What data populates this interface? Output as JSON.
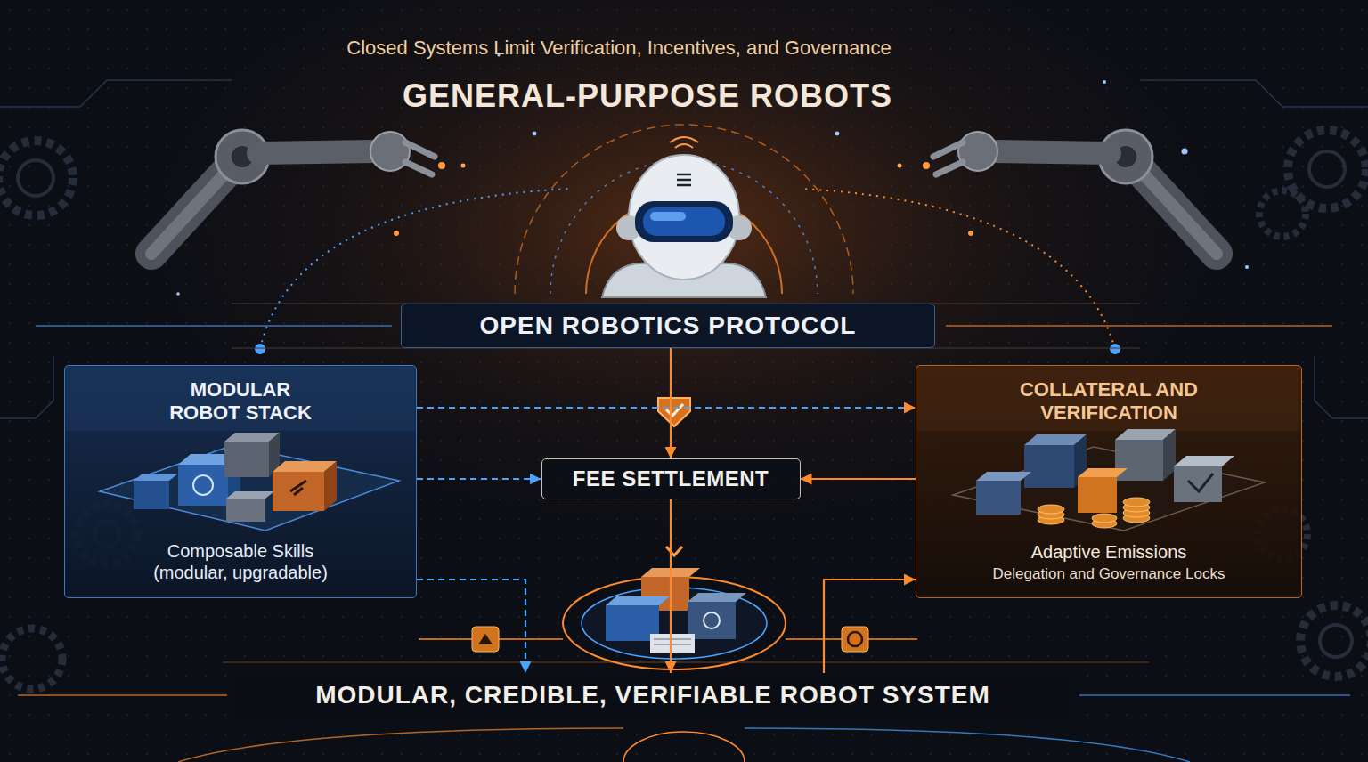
{
  "diagram": {
    "title": "GENERAL-PURPOSE ROBOTS",
    "nodes": [
      {
        "text": [
          "OPEN ROBOTICS PROTOCOL"
        ]
      },
      {
        "text": [
          "MODULAR ROBOT STACK",
          "Composable Skills (modular, upgradable)"
        ]
      },
      {
        "text": [
          "FEE SETTLEMENT"
        ]
      },
      {
        "text": [
          "COLLATERAL AND VERIFICATION",
          "Adaptive Emissions",
          "Delegation and Governance Locks"
        ]
      },
      {
        "text": [
          "MODULAR, CREDIBLE, VERIFIABLE ROBOT SYSTEM"
        ]
      }
    ],
    "edges": [
      {
        "from": 0,
        "to": 2,
        "arrow": "to"
      },
      {
        "from": 1,
        "to": 3,
        "arrow": "to"
      },
      {
        "from": 1,
        "to": 2,
        "arrow": "to"
      },
      {
        "from": 3,
        "to": 2,
        "arrow": "to"
      },
      {
        "from": 2,
        "to": 4,
        "arrow": "to"
      },
      {
        "from": 1,
        "to": 4,
        "arrow": "to"
      },
      {
        "from": 4,
        "to": 3,
        "arrow": "to"
      }
    ],
    "labels": [
      "Closed Systems Limit Verification, Incentives, and Governance"
    ]
  }
}
